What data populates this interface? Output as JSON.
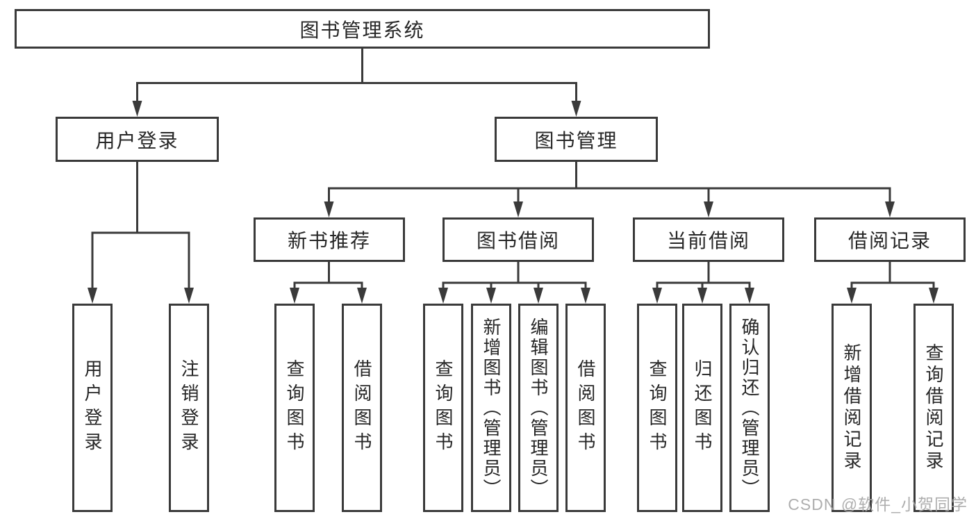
{
  "diagram": {
    "title": "图书管理系统",
    "root": {
      "label": "图书管理系统"
    },
    "level2": [
      {
        "label": "用户登录"
      },
      {
        "label": "图书管理"
      }
    ],
    "level3": [
      {
        "label": "新书推荐"
      },
      {
        "label": "图书借阅"
      },
      {
        "label": "当前借阅"
      },
      {
        "label": "借阅记录"
      }
    ],
    "leaves": [
      {
        "label": "用户登录",
        "parent": "用户登录"
      },
      {
        "label": "注销登录",
        "parent": "用户登录"
      },
      {
        "label": "查询图书",
        "parent": "新书推荐"
      },
      {
        "label": "借阅图书",
        "parent": "新书推荐"
      },
      {
        "label": "查询图书",
        "parent": "图书借阅"
      },
      {
        "label": "新增图书（管理员）",
        "parent": "图书借阅"
      },
      {
        "label": "编辑图书（管理员）",
        "parent": "图书借阅"
      },
      {
        "label": "借阅图书",
        "parent": "图书借阅"
      },
      {
        "label": "查询图书",
        "parent": "当前借阅"
      },
      {
        "label": "归还图书",
        "parent": "当前借阅"
      },
      {
        "label": "确认归还（管理员）",
        "parent": "当前借阅"
      },
      {
        "label": "新增借阅记录",
        "parent": "借阅记录"
      },
      {
        "label": "查询借阅记录",
        "parent": "借阅记录"
      }
    ],
    "watermark": "CSDN @软件_小贺同学",
    "colors": {
      "line": "#3a3a3a",
      "box_border": "#3a3a3a",
      "text": "#262626",
      "background": "#ffffff",
      "watermark": "#a5a5a5"
    }
  }
}
